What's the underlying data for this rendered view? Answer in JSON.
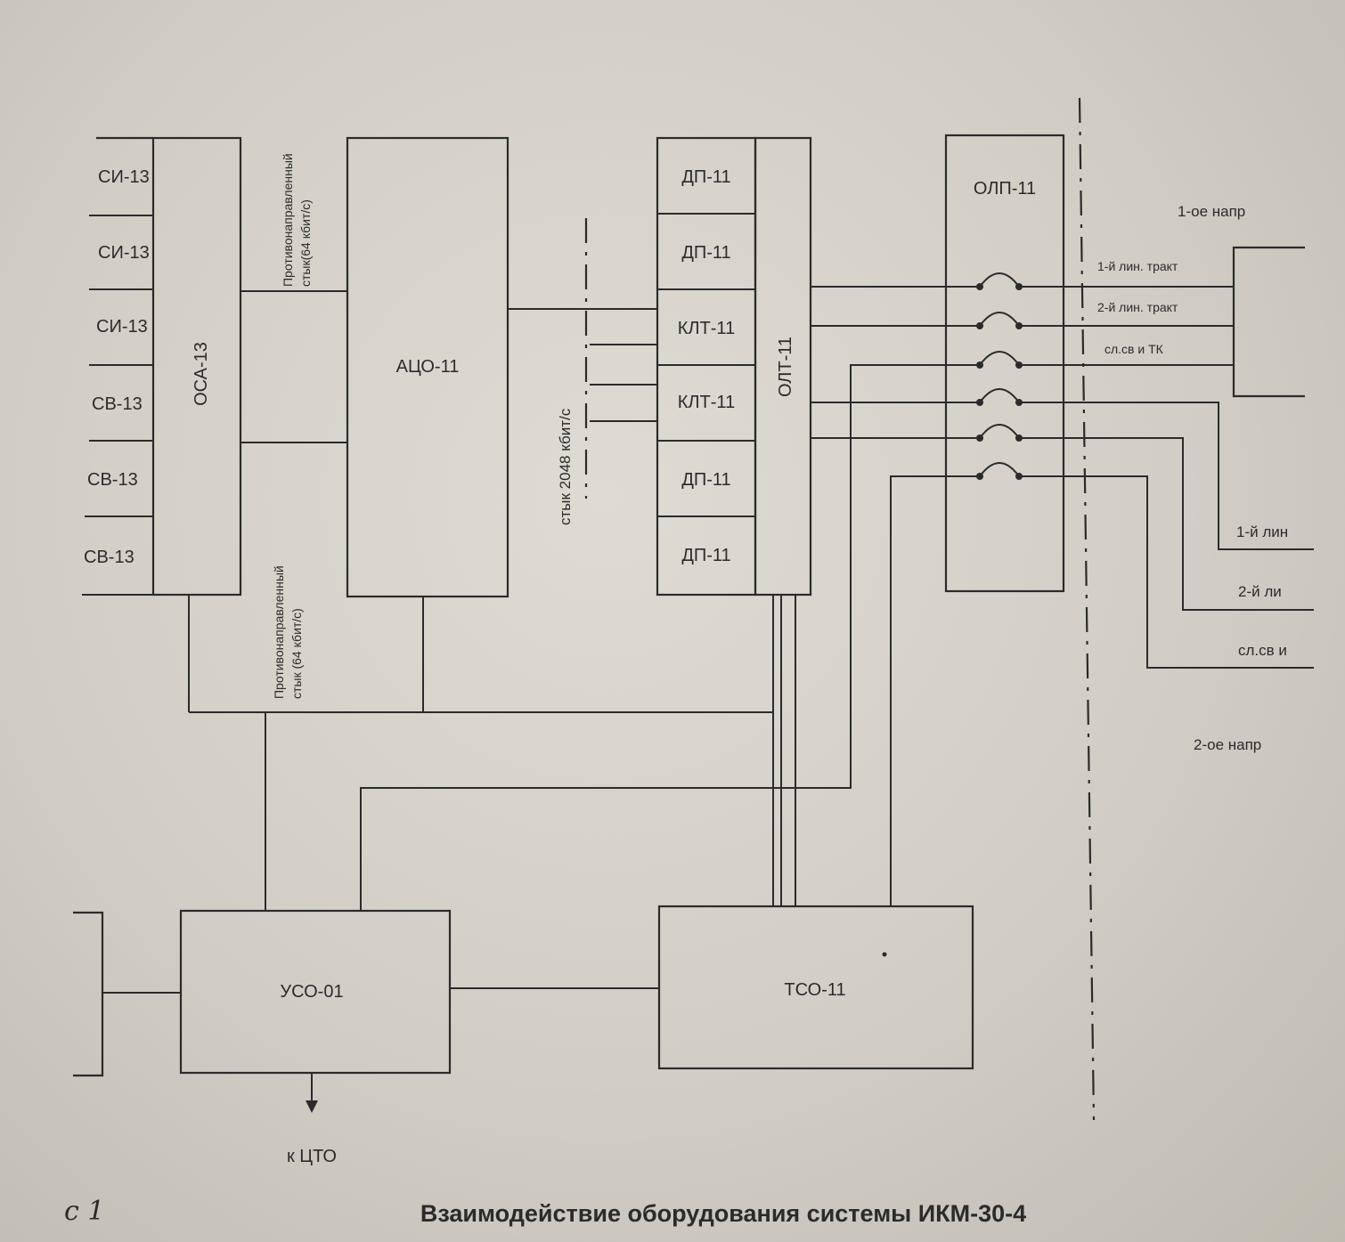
{
  "left_cut_labels": [
    "СИ-13",
    "СИ-13",
    "СИ-13",
    "СВ-13",
    "СВ-13",
    "СВ-13"
  ],
  "blocks": {
    "osa": "ОСА-13",
    "aco": "АЦО-11",
    "dp1": "ДП-11",
    "dp2": "ДП-11",
    "klt1": "КЛТ-11",
    "klt2": "КЛТ-11",
    "dp3": "ДП-11",
    "dp4": "ДП-11",
    "olt": "ОЛТ-11",
    "olp": "ОЛП-11",
    "uso": "УСО-01",
    "tso": "ТСО-11"
  },
  "labels": {
    "counter_interface_top": [
      "Противонаправленный",
      "стык(64 кбит/с)"
    ],
    "counter_interface_bottom": [
      "Противонаправленный",
      "стык (64 кбит/с)"
    ],
    "stream_interface": "стык 2048 кбит/с",
    "direction_1": "1-ое напр",
    "tract_1": "1-й лин. тракт",
    "tract_2": "2-й лин. тракт",
    "service": "сл.св и ТК",
    "lower_tract_1": "1-й лин",
    "lower_tract_2": "2-й ли",
    "lower_service": "сл.св и",
    "direction_2": "2-ое напр",
    "to_cto": "к ЦТО"
  },
  "caption": {
    "number": "с 1",
    "title": "Взаимодействие оборудования системы ИКМ-30-4"
  }
}
